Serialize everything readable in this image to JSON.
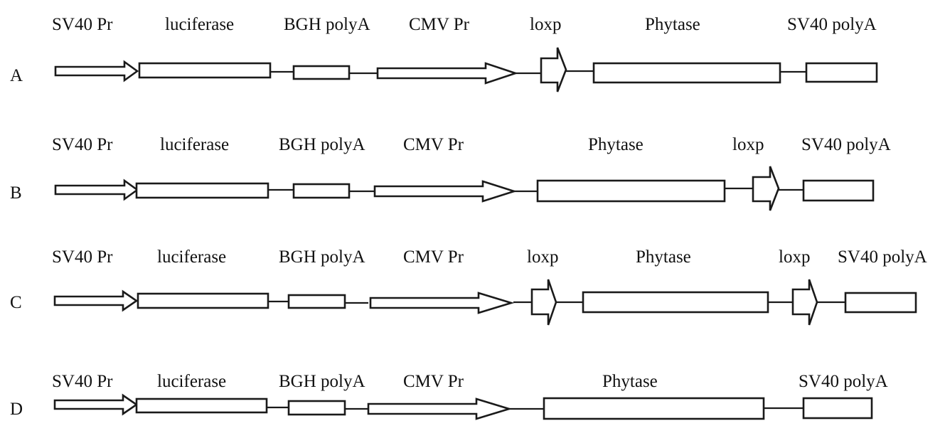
{
  "diagram": {
    "constructs": [
      {
        "id": "A",
        "elements": [
          "SV40 Pr",
          "luciferase",
          "BGH polyA",
          "CMV Pr",
          "loxp",
          "Phytase",
          "SV40 polyA"
        ]
      },
      {
        "id": "B",
        "elements": [
          "SV40 Pr",
          "luciferase",
          "BGH polyA",
          "CMV Pr",
          "Phytase",
          "loxp",
          "SV40 polyA"
        ]
      },
      {
        "id": "C",
        "elements": [
          "SV40 Pr",
          "luciferase",
          "BGH polyA",
          "CMV Pr",
          "loxp",
          "Phytase",
          "loxp",
          "SV40 polyA"
        ]
      },
      {
        "id": "D",
        "elements": [
          "SV40 Pr",
          "luciferase",
          "BGH polyA",
          "CMV Pr",
          "Phytase",
          "SV40 polyA"
        ]
      }
    ]
  }
}
